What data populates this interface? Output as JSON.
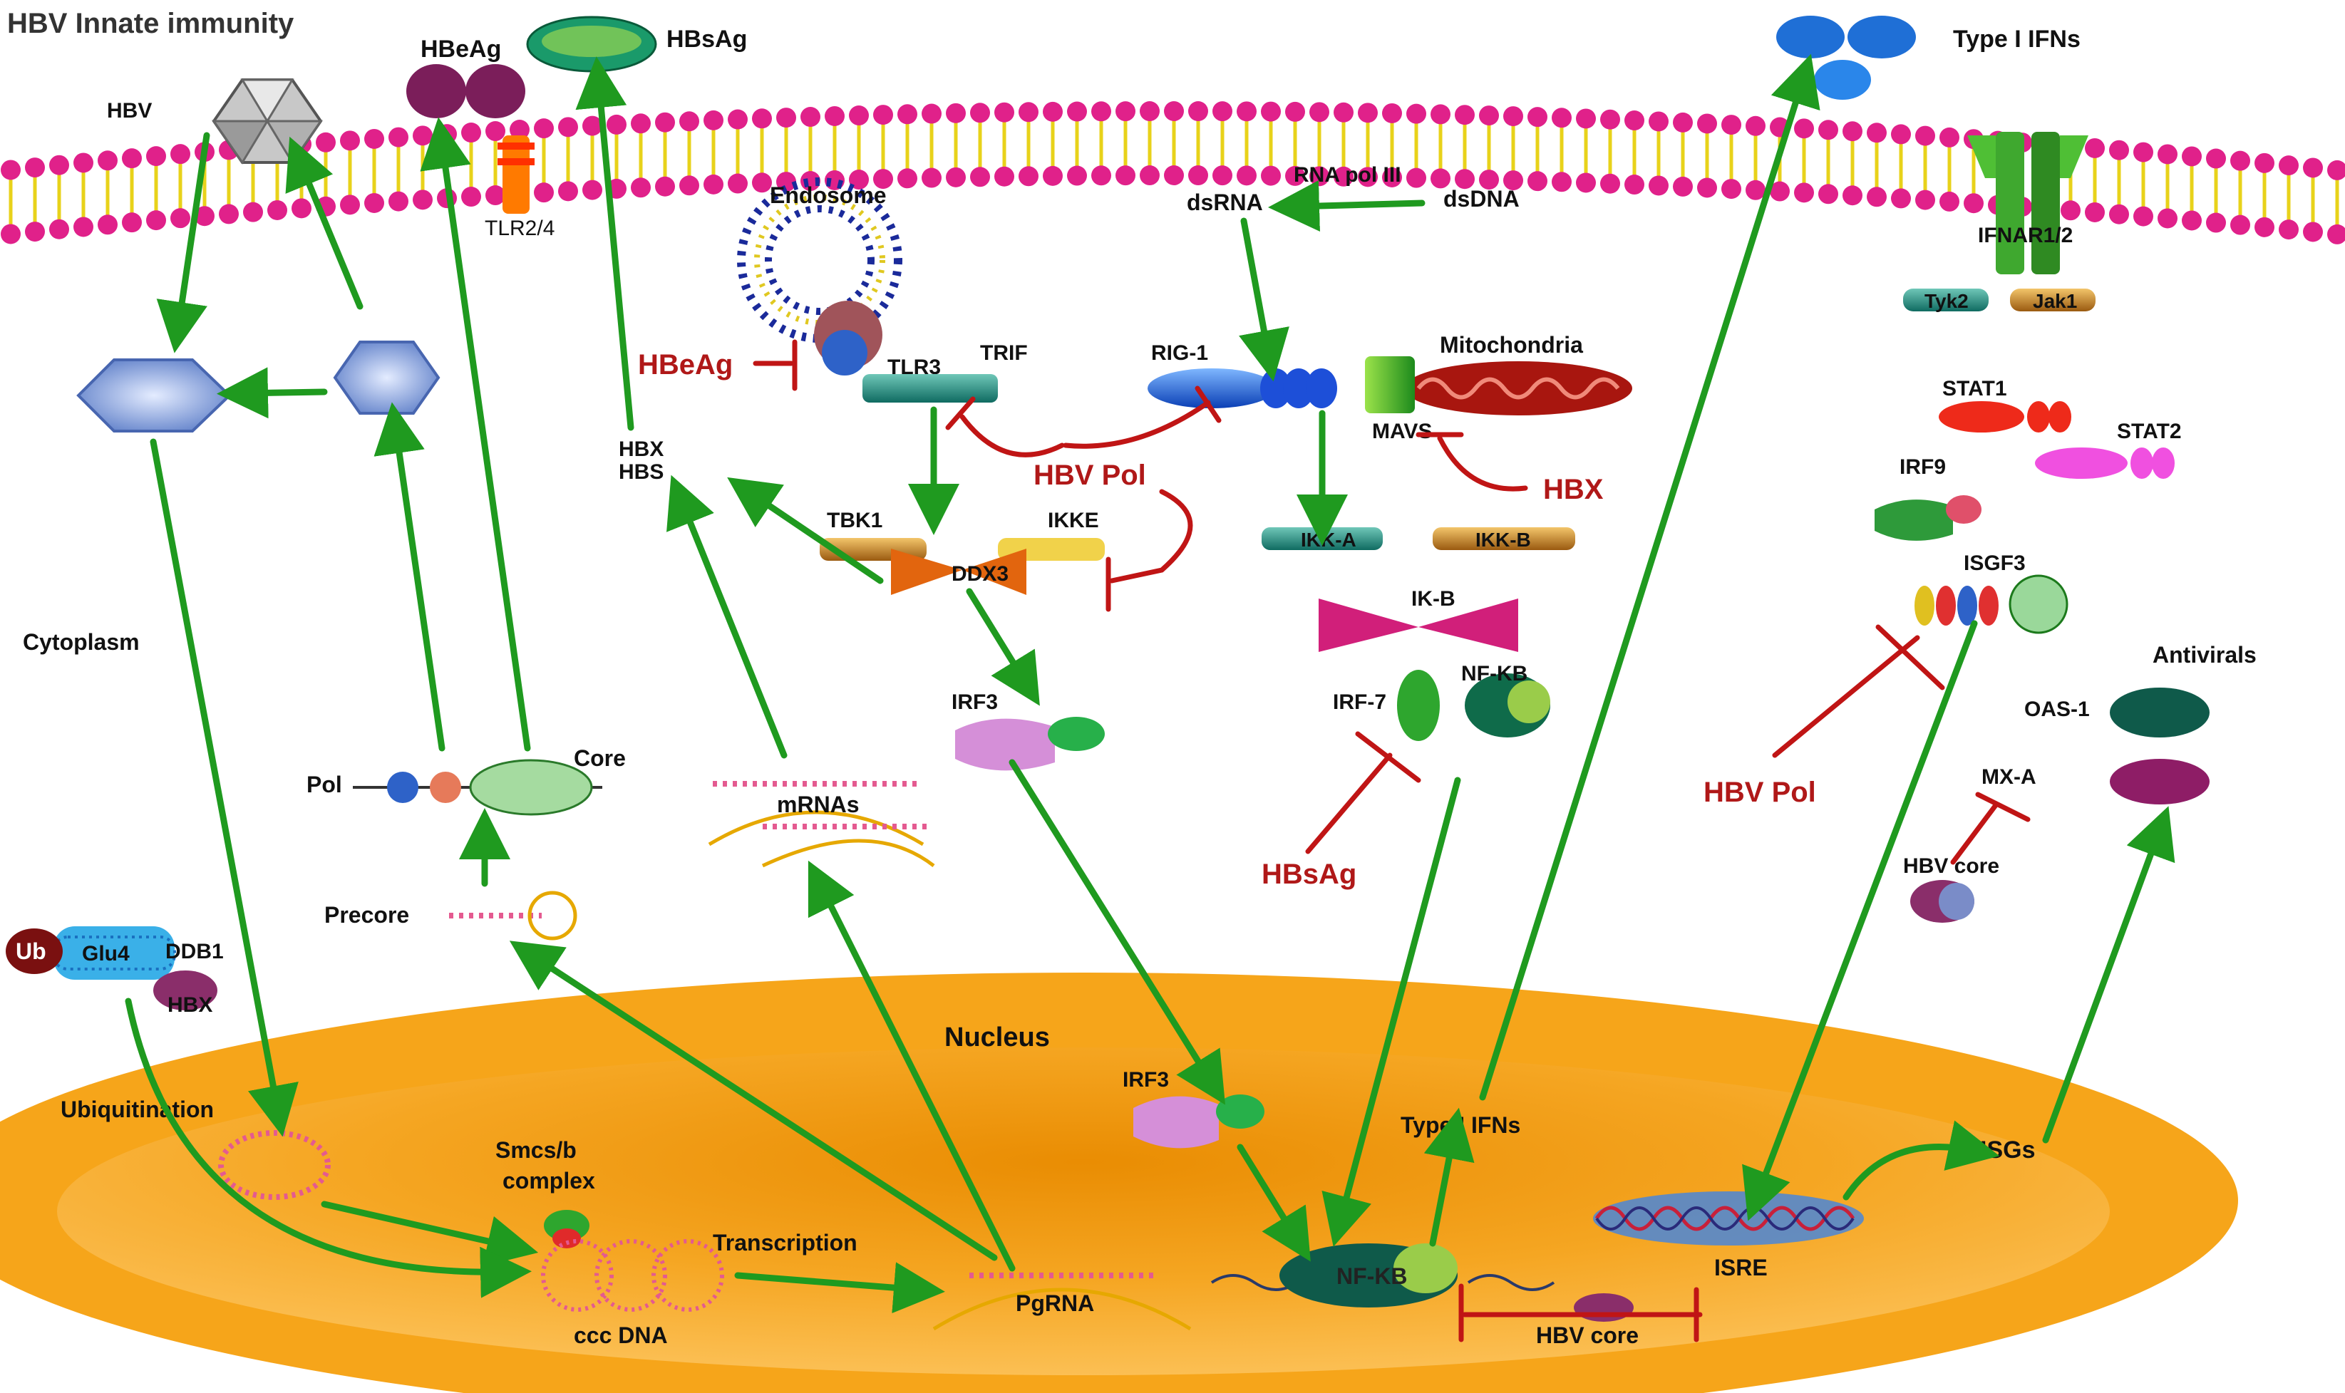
{
  "title": "HBV Innate immunity",
  "compartments": {
    "cytoplasm": "Cytoplasm",
    "nucleus": "Nucleus",
    "endosome": "Endosome",
    "mitochondria": "Mitochondria"
  },
  "labels": {
    "hbv": "HBV",
    "hbeag": "HBeAg",
    "hbsag": "HBsAg",
    "tlr24": "TLR2/4",
    "type1_ifns_top": "Type I IFNs",
    "rna_pol3": "RNA pol III",
    "dsrna": "dsRNA",
    "dsdna": "dsDNA",
    "ifnar": "IFNAR1/2",
    "tyk2": "Tyk2",
    "jak1": "Jak1",
    "tlr3": "TLR3",
    "trif": "TRIF",
    "rig1": "RIG-1",
    "mavs": "MAVS",
    "hbx_mavs": "HBX",
    "hbx_hbs_1": "HBX",
    "hbx_hbs_2": "HBS",
    "tbk1": "TBK1",
    "ikke": "IKKE",
    "ddx3": "DDX3",
    "hbv_pol_mid": "HBV Pol",
    "ikka": "IKK-A",
    "ikkb": "IKK-B",
    "stat1": "STAT1",
    "stat2": "STAT2",
    "irf9": "IRF9",
    "isgf3": "ISGF3",
    "ikb": "IK-B",
    "irf7": "IRF-7",
    "nfkb_cyto": "NF-KB",
    "irf3_cyto": "IRF3",
    "antivirals": "Antivirals",
    "oas1": "OAS-1",
    "mxa": "MX-A",
    "hbv_pol_right": "HBV Pol",
    "hbv_core_cyto": "HBV core",
    "hbsag_inhib": "HBsAg",
    "hbeag_inhib": "HBeAg",
    "pol": "Pol",
    "core": "Core",
    "mrnas": "mRNAs",
    "precore": "Precore",
    "ub": "Ub",
    "glu4": "Glu4",
    "ddb1": "DDB1",
    "hbx_ub": "HBX",
    "ubiquitination": "Ubiquitination",
    "smc_1": "Smcs/b",
    "smc_2": "complex",
    "cccdna": "ccc DNA",
    "transcription": "Transcription",
    "pgrna": "PgRNA",
    "irf3_nuc": "IRF3",
    "type1_ifns_nuc": "Type I IFNs",
    "nfkb_nuc": "NF-KB",
    "hbv_core_nuc": "HBV core",
    "isre": "ISRE",
    "isgs": "ISGs"
  },
  "colors": {
    "activation_arrow": "#1f9a1f",
    "inhibition": "#c01515",
    "membrane_head": "#e0218a",
    "membrane_tail": "#e8d21a",
    "nucleus": "#f6a51a"
  }
}
